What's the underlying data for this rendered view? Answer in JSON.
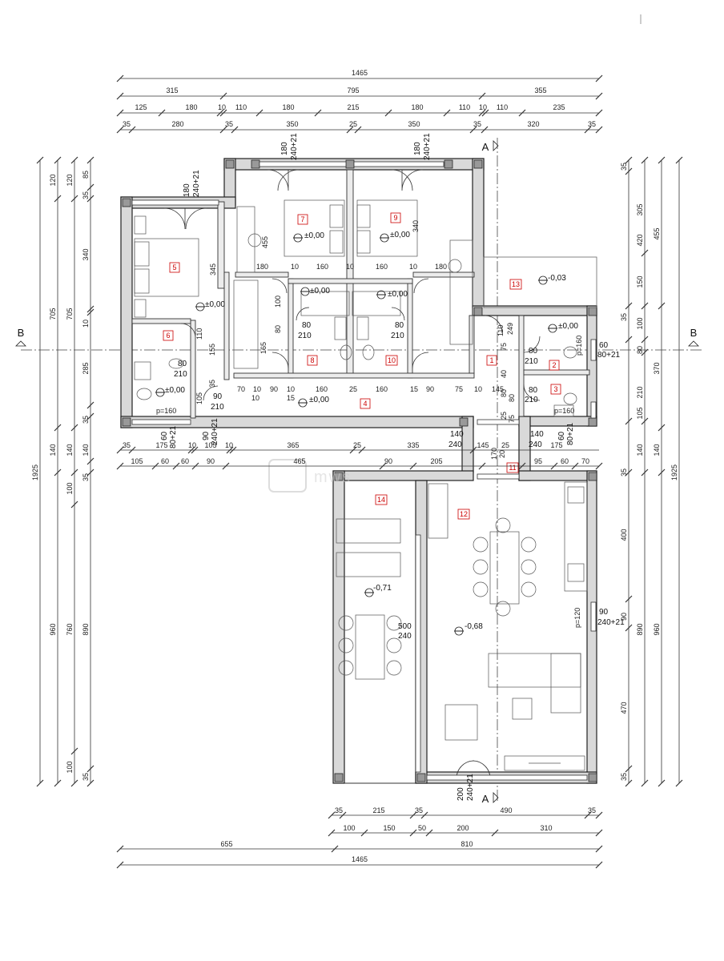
{
  "watermark": "mws",
  "horizontal_top": {
    "total": "1465",
    "row2": [
      "315",
      "795",
      "355"
    ],
    "row3": [
      "125",
      "180",
      "10",
      "110",
      "180",
      "215",
      "180",
      "110",
      "10",
      "110",
      "235"
    ],
    "row4": [
      "35",
      "280",
      "35",
      "350",
      "25",
      "350",
      "35",
      "320",
      "35"
    ]
  },
  "horizontal_mid": {
    "row1": [
      "35",
      "175",
      "10",
      "105",
      "10",
      "365",
      "25",
      "335"
    ],
    "row2": [
      "105",
      "60",
      "60",
      "90",
      "465",
      "90",
      "205"
    ],
    "right1": [
      "140",
      "240",
      "145",
      "25",
      "140",
      "240",
      "175"
    ],
    "right2": [
      "95",
      "60",
      "70"
    ]
  },
  "horizontal_bottom": {
    "row1": [
      "35",
      "215",
      "35",
      "490",
      "35"
    ],
    "row2": [
      "100",
      "150",
      "50",
      "200",
      "310"
    ],
    "row3": [
      "655",
      "810"
    ],
    "total": "1465"
  },
  "vertical_left": {
    "total": "1925",
    "col2": [
      "120",
      "705",
      "140",
      "960"
    ],
    "col3": [
      "120",
      "705",
      "140",
      "100",
      "760",
      "100"
    ],
    "col4": [
      "85",
      "35",
      "340",
      "10",
      "285",
      "35",
      "140",
      "35",
      "890",
      "35"
    ]
  },
  "vertical_right": {
    "total": "1925",
    "col2": [
      "455",
      "370",
      "140",
      "960"
    ],
    "col3": [
      "305",
      "420",
      "150",
      "100",
      "80",
      "210",
      "105",
      "140",
      "890"
    ],
    "col4": [
      "35",
      "35",
      "35",
      "400",
      "90",
      "470",
      "35"
    ]
  },
  "rooms": [
    {
      "id": "r1",
      "number": "1",
      "level": ""
    },
    {
      "id": "r2",
      "number": "2",
      "level": ""
    },
    {
      "id": "r3",
      "number": "3",
      "level": ""
    },
    {
      "id": "r4",
      "number": "4",
      "level": "±0,00"
    },
    {
      "id": "r5",
      "number": "5",
      "level": "±0,00"
    },
    {
      "id": "r6",
      "number": "6",
      "level": "±0,00"
    },
    {
      "id": "r7",
      "number": "7",
      "level": "±0,00"
    },
    {
      "id": "r8",
      "number": "8",
      "level": "±0,00"
    },
    {
      "id": "r9",
      "number": "9",
      "level": "±0,00"
    },
    {
      "id": "r10",
      "number": "10",
      "level": "±0,00"
    },
    {
      "id": "r11",
      "number": "11",
      "level": ""
    },
    {
      "id": "r12",
      "number": "12",
      "level": "-0,68"
    },
    {
      "id": "r13",
      "number": "13",
      "level": "-0,03"
    },
    {
      "id": "r14",
      "number": "14",
      "level": "-0,71"
    }
  ],
  "extra_levels": [
    "±0,00",
    "±0,00",
    "±0,00"
  ],
  "doors": {
    "d80a": [
      "80",
      "210"
    ],
    "d80b": [
      "80",
      "210"
    ],
    "d80c": [
      "80",
      "210"
    ],
    "d80d": [
      "80",
      "210"
    ],
    "d80e": [
      "80",
      "210"
    ],
    "d90a": [
      "90",
      "210"
    ],
    "d140a": [
      "140",
      "240"
    ],
    "d140b": [
      "140",
      "240"
    ],
    "d500": [
      "500",
      "240"
    ],
    "d90b": [
      "90",
      "240+21"
    ],
    "d60a": [
      "60",
      "80+21"
    ],
    "w180a": "180",
    "w180a2": "240+21",
    "w180b": "180",
    "w180b2": "240+21",
    "w180c": "180",
    "w180c2": "240+21",
    "w200": "200",
    "w200b": "240+21",
    "w60b": "60",
    "w60b2": "80+21",
    "w90c": "90",
    "w90c2": "240+21",
    "w60c": "60",
    "w60c2": "80+21",
    "p160a": "p=160",
    "p160b": "p=160",
    "p160c": "p=160",
    "p120": "p=120"
  },
  "interior_dims": {
    "i180a": "180",
    "i10a": "10",
    "i160a": "160",
    "i10b": "10",
    "i160b": "160",
    "i10c": "10",
    "i180b": "180",
    "i455": "455",
    "i340": "340",
    "i345": "345",
    "i70": "70",
    "i10d": "10",
    "i90": "90",
    "i10e": "10",
    "i160c": "160",
    "i25": "25",
    "i160d": "160",
    "i15": "15",
    "i90b": "90",
    "i75": "75",
    "i10f": "10",
    "i145": "145",
    "i10g": "10",
    "i15b": "15",
    "i110": "110",
    "i155": "155",
    "i100": "100",
    "i80": "80",
    "i165": "165",
    "i35": "35",
    "i105": "105",
    "i110b": "110",
    "i249": "249",
    "i75b": "75",
    "i40": "40",
    "i80b": "80",
    "i25b": "25",
    "i75c": "75",
    "i80c": "80",
    "i170": "170",
    "i20": "20"
  },
  "section_labels": {
    "a_top": "A",
    "a_bottom": "A",
    "b_left": "B",
    "b_right": "B"
  }
}
